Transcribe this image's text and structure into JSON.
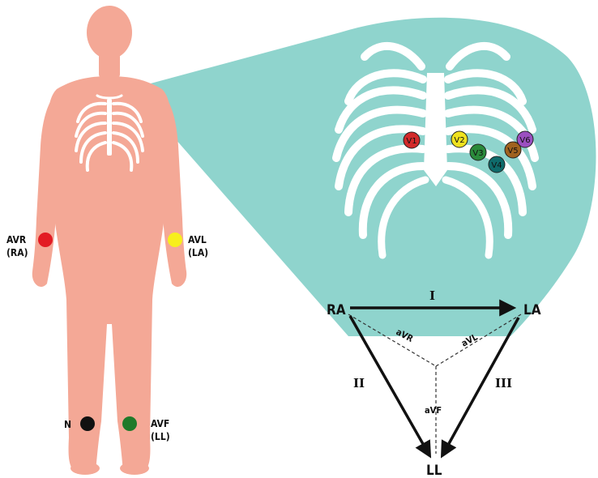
{
  "limb_electrodes": [
    {
      "id": "avr",
      "label_line1": "AVR",
      "label_line2": "(RA)",
      "color": "#e31b23"
    },
    {
      "id": "avl",
      "label_line1": "AVL",
      "label_line2": "(LA)",
      "color": "#f7ef1c"
    },
    {
      "id": "n",
      "label_line1": "N",
      "label_line2": "",
      "color": "#111111"
    },
    {
      "id": "avf",
      "label_line1": "AVF",
      "label_line2": "(LL)",
      "color": "#1f7a2a"
    }
  ],
  "precordial_electrodes": [
    {
      "id": "v1",
      "label": "V1",
      "color": "#d22a2a"
    },
    {
      "id": "v2",
      "label": "V2",
      "color": "#efe21f"
    },
    {
      "id": "v3",
      "label": "V3",
      "color": "#2a8a3a"
    },
    {
      "id": "v4",
      "label": "V4",
      "color": "#0f6b6b"
    },
    {
      "id": "v5",
      "label": "V5",
      "color": "#a0621f"
    },
    {
      "id": "v6",
      "label": "V6",
      "color": "#9b4fc0"
    }
  ],
  "triangle": {
    "vertices": {
      "ra": "RA",
      "la": "LA",
      "ll": "LL"
    },
    "leads": {
      "i": "I",
      "ii": "II",
      "iii": "III",
      "avr": "aVR",
      "avl": "aVL",
      "avf": "aVF"
    }
  },
  "colors": {
    "skin": "#f4a896",
    "zoom_fill": "#8fd4cd",
    "ribcage": "#ffffff"
  }
}
